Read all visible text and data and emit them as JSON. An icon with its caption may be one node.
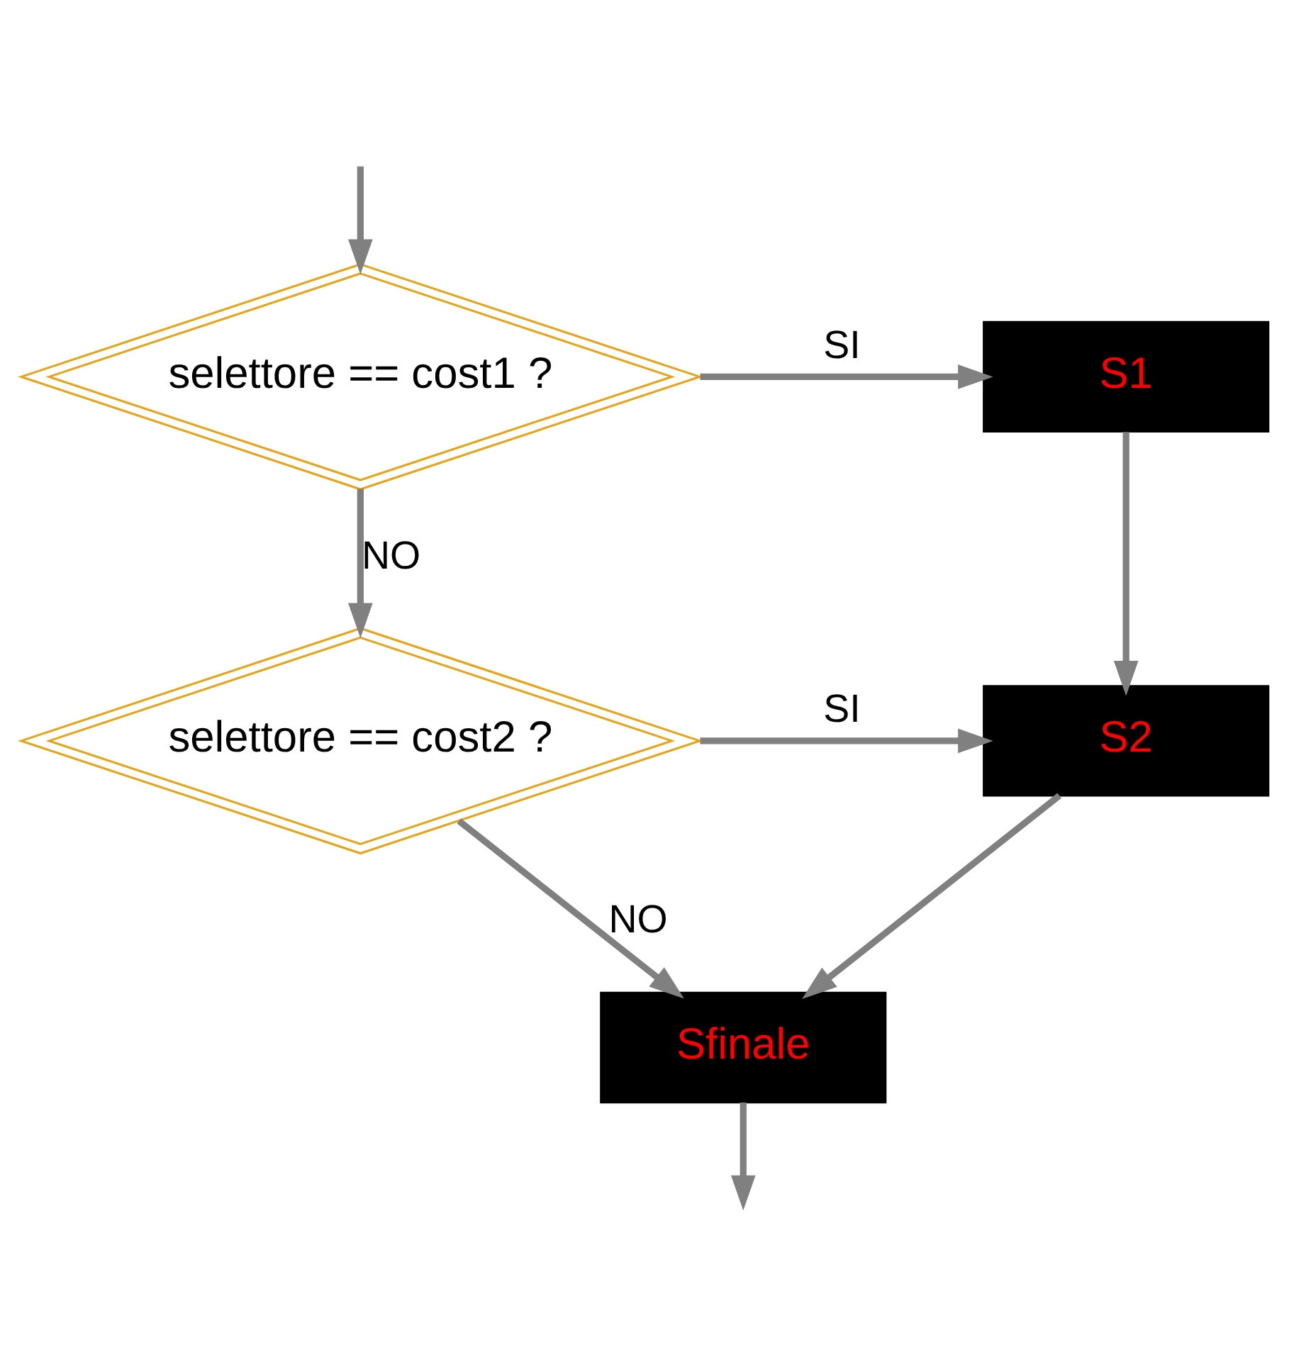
{
  "diagram": {
    "nodes": [
      {
        "text": [
          "selettore == cost1 ?"
        ]
      },
      {
        "text": [
          "S1"
        ]
      },
      {
        "text": [
          "selettore == cost2 ?"
        ]
      },
      {
        "text": [
          "S2"
        ]
      },
      {
        "text": [
          "Sfinale"
        ]
      }
    ],
    "edges": [
      {
        "from": null,
        "to": 0,
        "arrow": "to"
      },
      {
        "from": 0,
        "to": 1,
        "arrow": "to",
        "label": "SI"
      },
      {
        "from": 0,
        "to": 2,
        "arrow": "to",
        "label": "NO"
      },
      {
        "from": 1,
        "to": 3,
        "arrow": "to"
      },
      {
        "from": 2,
        "to": 3,
        "arrow": "to",
        "label": "SI"
      },
      {
        "from": 2,
        "to": 4,
        "arrow": "to",
        "label": "NO"
      },
      {
        "from": 3,
        "to": 4,
        "arrow": "to"
      },
      {
        "from": 4,
        "to": null,
        "arrow": "to"
      }
    ]
  }
}
